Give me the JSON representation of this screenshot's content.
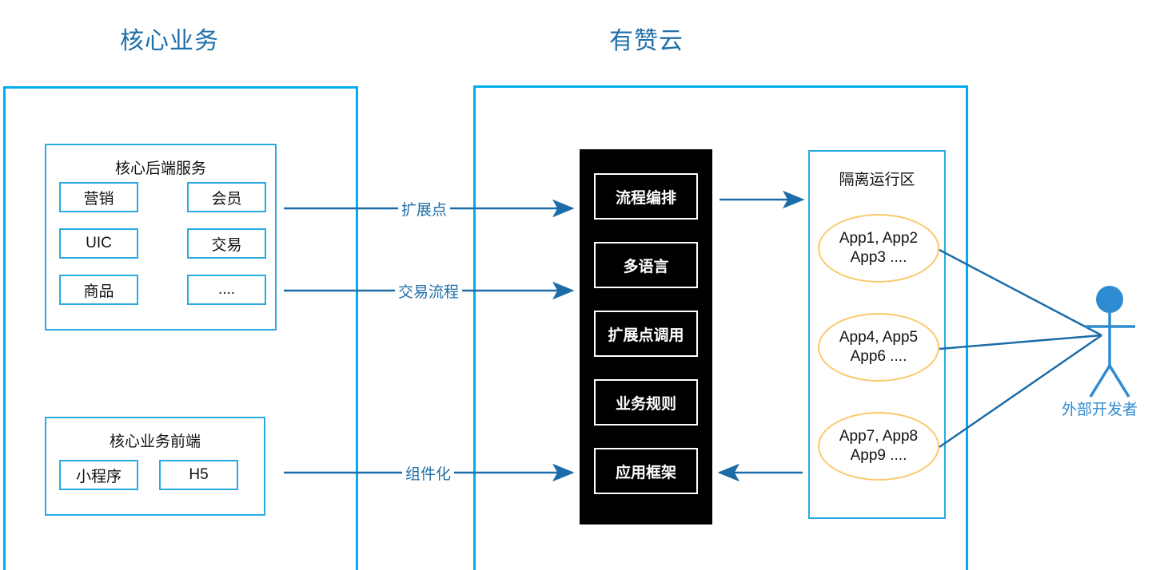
{
  "diagram": {
    "titles": {
      "left": "核心业务",
      "right": "有赞云"
    },
    "colors": {
      "cyan_border": "#00AEEF",
      "group_border": "#29ABE2",
      "title_blue": "#1F6FA8",
      "arrow_blue": "#1B6CA8",
      "oval_border": "#FBC86A",
      "actor_blue": "#2E8BD1",
      "black_panel": "#000000",
      "white_text": "#FFFFFF"
    },
    "backend_group": {
      "title": "核心后端服务",
      "chips": [
        "营销",
        "会员",
        "UIC",
        "交易",
        "商品",
        "...."
      ]
    },
    "frontend_group": {
      "title": "核心业务前端",
      "chips": [
        "小程序",
        "H5"
      ]
    },
    "platform_stack": {
      "items": [
        "流程编排",
        "多语言",
        "扩展点调用",
        "业务规则",
        "应用框架"
      ]
    },
    "isolated_group": {
      "title": "隔离运行区",
      "ovals": [
        "App1, App2\nApp3 ....",
        "App4, App5\nApp6 ....",
        "App7, App8\nApp9 ...."
      ]
    },
    "flow_labels": {
      "extension_point": "扩展点",
      "trade_flow": "交易流程",
      "componentization": "组件化"
    },
    "actor": {
      "label": "外部开发者"
    }
  }
}
